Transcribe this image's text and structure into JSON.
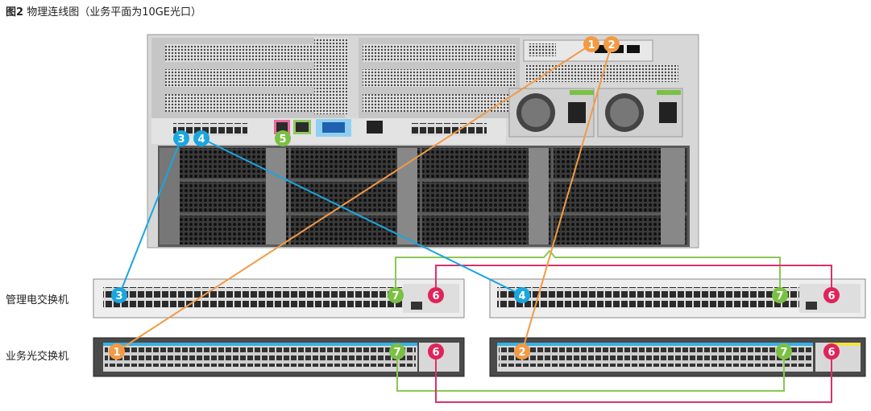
{
  "caption": {
    "figure_label": "图2",
    "title": "物理连线图（业务平面为10GE光口）"
  },
  "labels": {
    "mgmt_switch": "管理电交换机",
    "service_switch": "业务光交换机"
  },
  "colors": {
    "orange": "#f39a45",
    "blue": "#1aa6de",
    "green": "#7ac143",
    "red": "#e0235a",
    "cable_green": "#8cc653",
    "cable_red": "#d8326a"
  },
  "badges": [
    "1",
    "2",
    "3",
    "4",
    "5",
    "6",
    "7"
  ]
}
